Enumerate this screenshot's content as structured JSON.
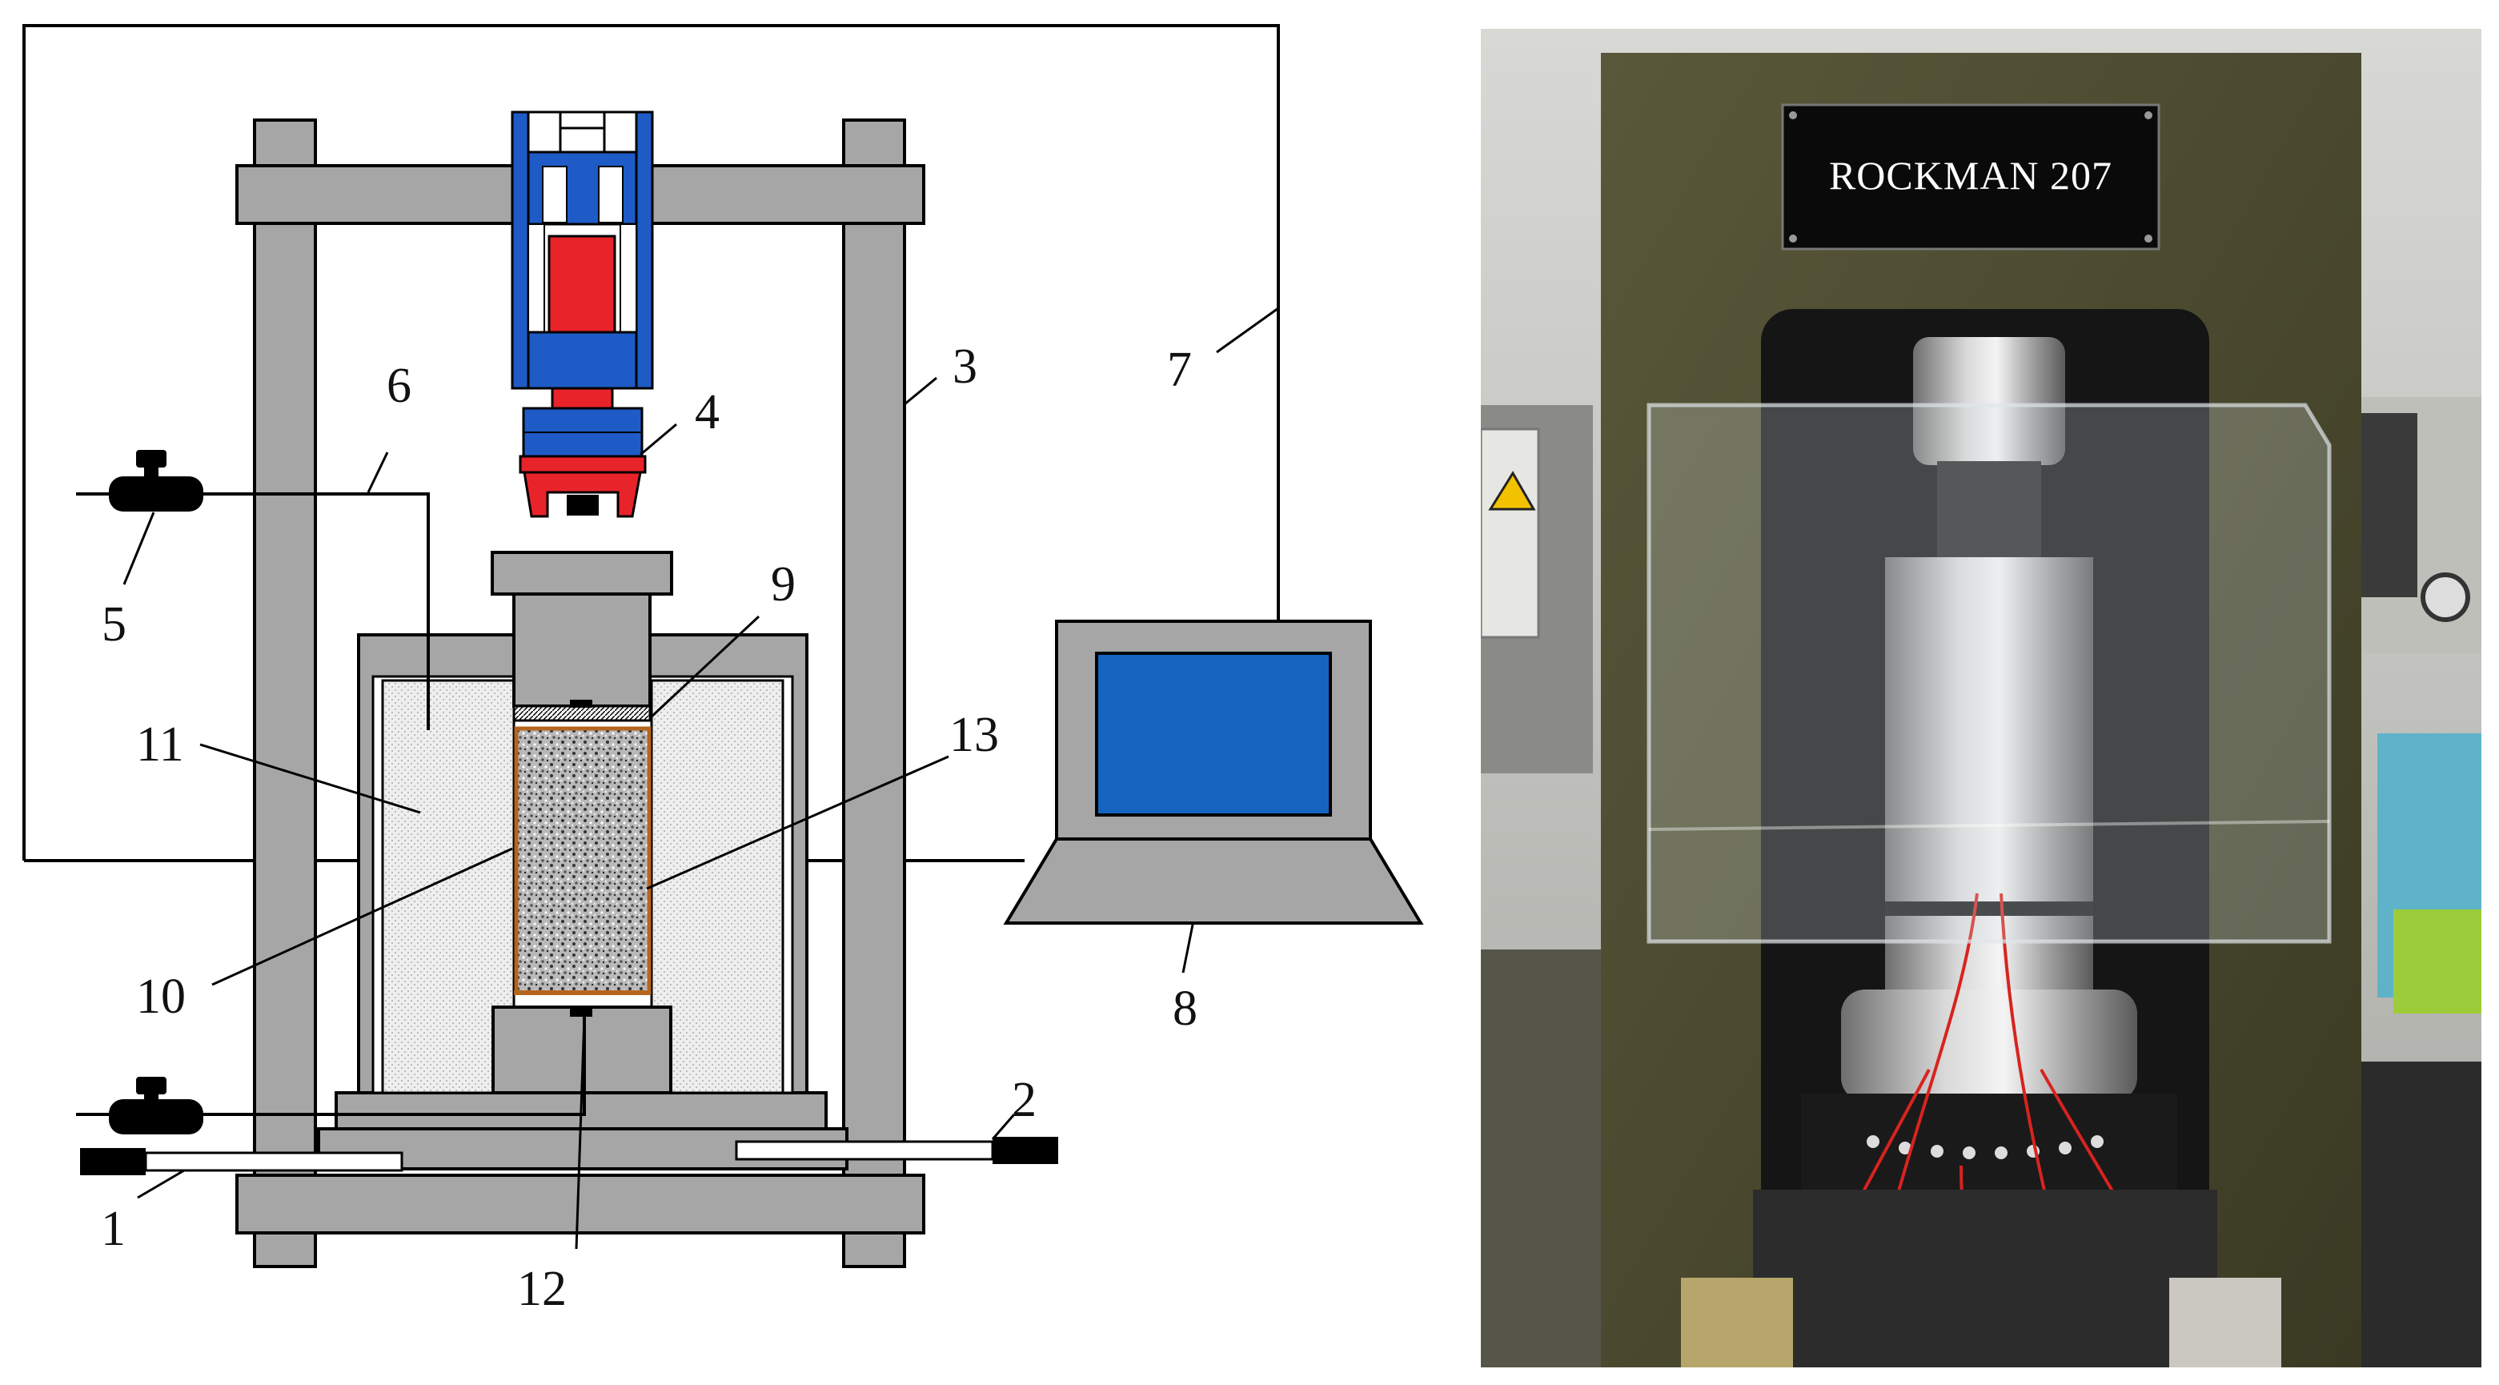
{
  "schematic": {
    "callouts": [
      "1",
      "2",
      "3",
      "4",
      "5",
      "6",
      "7",
      "8",
      "9",
      "10",
      "11",
      "12",
      "13"
    ]
  },
  "photo": {
    "nameplate": "ROCKMAN 207"
  },
  "colors": {
    "frame_gray": "#a6a6a6",
    "outline": "#000000",
    "actuator_blue": "#1e5bc6",
    "piston_red": "#e8232a",
    "screen_blue": "#1565c0",
    "sample_border": "#b5651d",
    "machine_olive": "#4a4a2e"
  }
}
